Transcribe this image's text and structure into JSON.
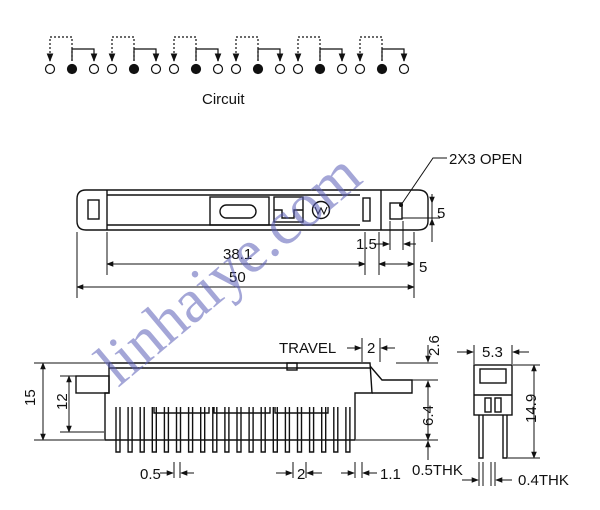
{
  "circuit": {
    "title": "Circuit",
    "groups": 6
  },
  "labels": {
    "open": "2X3 OPEN",
    "dim_38_1": "38.1",
    "dim_50": "50",
    "dim_5_right": "5",
    "dim_5_vert": "5",
    "dim_1_5": "1.5",
    "travel": "TRAVEL",
    "travel_val": "2",
    "dim_15": "15",
    "dim_12": "12",
    "dim_2_6": "2.6",
    "dim_6_4": "6.4",
    "dim_5_3": "5.3",
    "dim_14_9": "14.9",
    "dim_0_5": "0.5",
    "dim_2_bottom": "2",
    "dim_1_1": "1.1",
    "dim_0_5thk": "0.5THK",
    "dim_0_4thk": "0.4THK"
  },
  "watermark": "linhaiye.com",
  "colors": {
    "line": "#111111",
    "watermark": "#5a5fb8"
  }
}
